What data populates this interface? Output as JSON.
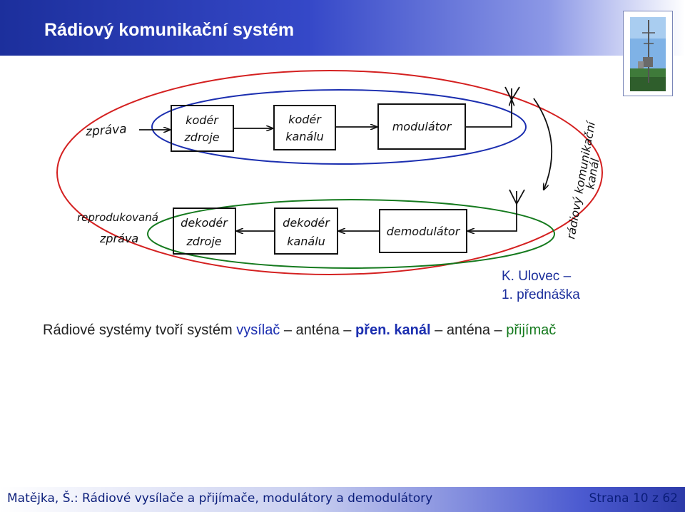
{
  "header": {
    "title": "Rádiový komunikační systém"
  },
  "diagram": {
    "labels": {
      "message_in": "zpráva",
      "message_out_line1": "reprodukovaná",
      "message_out_line2": "zpráva",
      "channel_line1": "rádiový komunikační",
      "channel_line2": "kanál"
    },
    "transmitter_blocks": [
      {
        "line1": "kodér",
        "line2": "zdroje"
      },
      {
        "line1": "kodér",
        "line2": "kanálu"
      },
      {
        "line1": "modulátor",
        "line2": ""
      }
    ],
    "receiver_blocks": [
      {
        "line1": "dekodér",
        "line2": "zdroje"
      },
      {
        "line1": "dekodér",
        "line2": "kanálu"
      },
      {
        "line1": "demodulátor",
        "line2": ""
      }
    ]
  },
  "author": {
    "line1": "K. Ulovec –",
    "line2": "1. přednáška"
  },
  "statement": {
    "part1": "Rádiové systémy tvoří systém ",
    "vysilac": "vysílač",
    "sep1": " – anténa – ",
    "kanal": "přen. kanál",
    "sep2": " – anténa – ",
    "prijimac": "přijímač"
  },
  "footer": {
    "left": "Matějka, Š.: Rádiové vysílače a přijímače, modulátory a demodulátory",
    "right": "Strana 10 z 62"
  },
  "colors": {
    "header": "#1c2f9c",
    "outer_ellipse": "#d42020",
    "transmitter_ellipse": "#1c2fb0",
    "receiver_ellipse": "#157a1e"
  }
}
